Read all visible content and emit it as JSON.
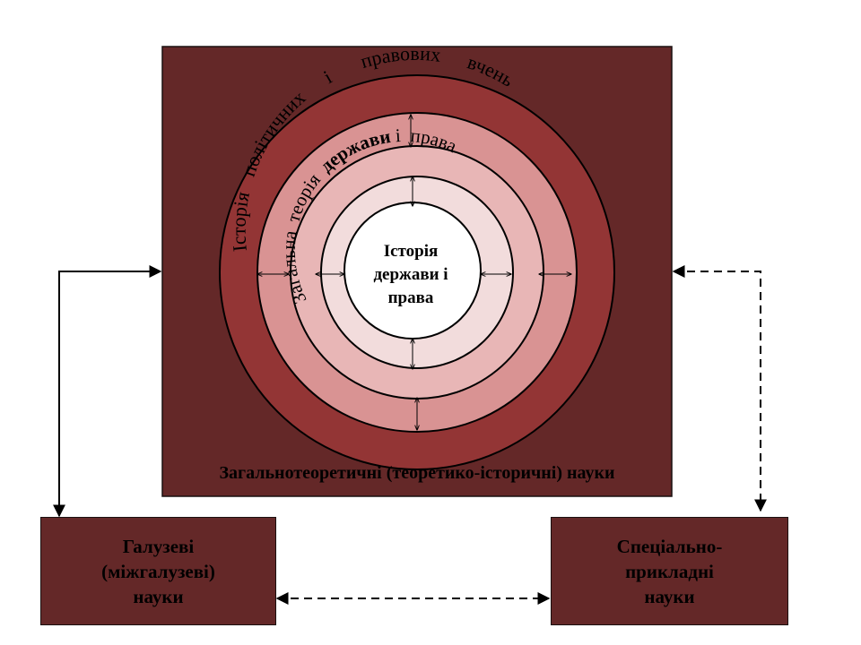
{
  "colors": {
    "outer_box": "#642828",
    "ring_1": "#933535",
    "ring_2": "#d99393",
    "ring_3": "#e8b6b6",
    "ring_4": "#f2dcdc",
    "core": "#ffffff"
  },
  "main_block": {
    "caption": "Загальнотеоретичні (теоретико-історичні) науки"
  },
  "rings": {
    "outer_arc_words": [
      "Історія",
      "політичних",
      "і",
      "правових",
      "вчень"
    ],
    "middle_arc_words": [
      "Загальна",
      "теорія",
      "держави",
      "і",
      "права"
    ],
    "core_lines": [
      "Історія",
      "держави і",
      "права"
    ]
  },
  "side_boxes": {
    "left": {
      "lines": [
        "Галузеві",
        "(міжгалузеві)",
        "науки"
      ]
    },
    "right": {
      "lines": [
        "Спеціально-",
        "прикладні",
        "науки"
      ]
    }
  }
}
